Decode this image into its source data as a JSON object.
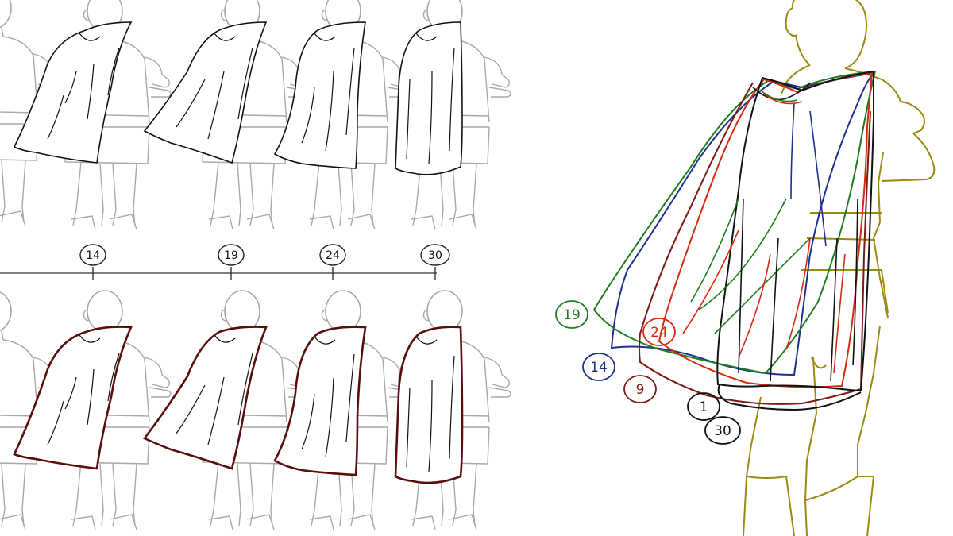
{
  "timeline": {
    "frames": [
      {
        "label": "14"
      },
      {
        "label": "19"
      },
      {
        "label": "24"
      },
      {
        "label": "30"
      }
    ]
  },
  "overlay": {
    "labels": [
      {
        "text": "19",
        "color": "#1e7d1e"
      },
      {
        "text": "14",
        "color": "#1f2f8f"
      },
      {
        "text": "24",
        "color": "#d42a10"
      },
      {
        "text": "9",
        "color": "#7a1a12"
      },
      {
        "text": "1",
        "color": "#111111"
      },
      {
        "text": "30",
        "color": "#111111"
      }
    ]
  },
  "colors": {
    "figure": "#9a9a9a",
    "cape_outline": "#6b0f0f",
    "overlay_figure": "#9a8a12",
    "frame_1": "#111111",
    "frame_9": "#d42a10",
    "frame_14": "#1f2f8f",
    "frame_19": "#1e7d1e",
    "frame_24": "#d42a10",
    "frame_30": "#111111"
  }
}
